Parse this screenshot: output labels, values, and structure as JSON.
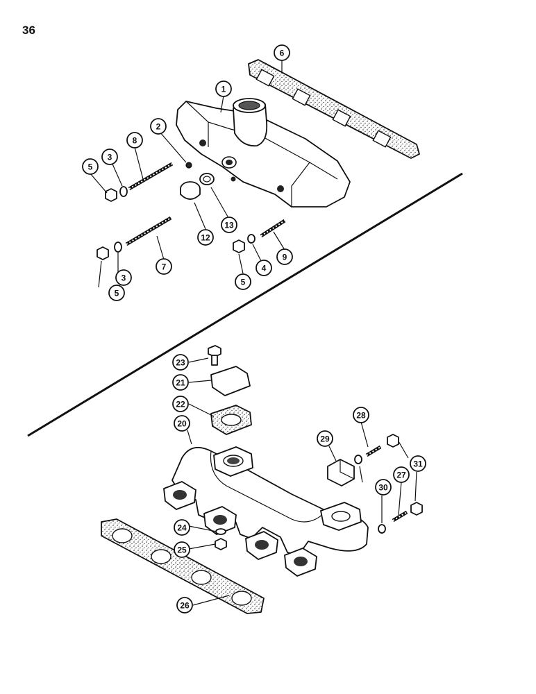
{
  "page_number": "36",
  "callouts": [
    {
      "label": "1"
    },
    {
      "label": "2"
    },
    {
      "label": "3"
    },
    {
      "label": "3"
    },
    {
      "label": "4"
    },
    {
      "label": "5"
    },
    {
      "label": "5"
    },
    {
      "label": "5"
    },
    {
      "label": "6"
    },
    {
      "label": "7"
    },
    {
      "label": "8"
    },
    {
      "label": "9"
    },
    {
      "label": "12"
    },
    {
      "label": "13"
    },
    {
      "label": "20"
    },
    {
      "label": "21"
    },
    {
      "label": "22"
    },
    {
      "label": "23"
    },
    {
      "label": "24"
    },
    {
      "label": "25"
    },
    {
      "label": "26"
    },
    {
      "label": "27"
    },
    {
      "label": "28"
    },
    {
      "label": "29"
    },
    {
      "label": "30"
    },
    {
      "label": "31"
    }
  ]
}
